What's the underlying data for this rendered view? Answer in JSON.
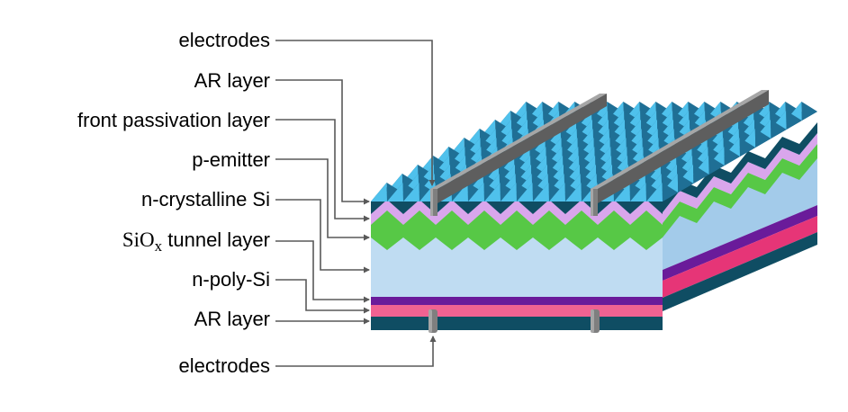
{
  "labels": {
    "electrodes_top": "electrodes",
    "ar_layer_top": "AR layer",
    "front_passivation": "front passivation layer",
    "p_emitter": "p-emitter",
    "n_crystalline": "n-crystalline Si",
    "siox_base": "SiO",
    "siox_sub": "x",
    "siox_rest": " tunnel layer",
    "n_poly": "n-poly-Si",
    "ar_layer_bottom": "AR layer",
    "electrodes_bottom": "electrodes"
  },
  "colors": {
    "ar_layer": "#4fc1ec",
    "pyramid_shadow": "#1f6f95",
    "dark_teal": "#0f4d63",
    "passivation": "#d9a6ec",
    "emitter": "#57c846",
    "silicon_front": "#bfdcf2",
    "silicon_side": "#a3cbea",
    "tunnel": "#6a1b9a",
    "poly_si": "#f06292",
    "poly_si_side": "#e63577",
    "electrode": "#7f7f7f",
    "electrode_top": "#a6a6a6",
    "leader_line": "#595959"
  }
}
